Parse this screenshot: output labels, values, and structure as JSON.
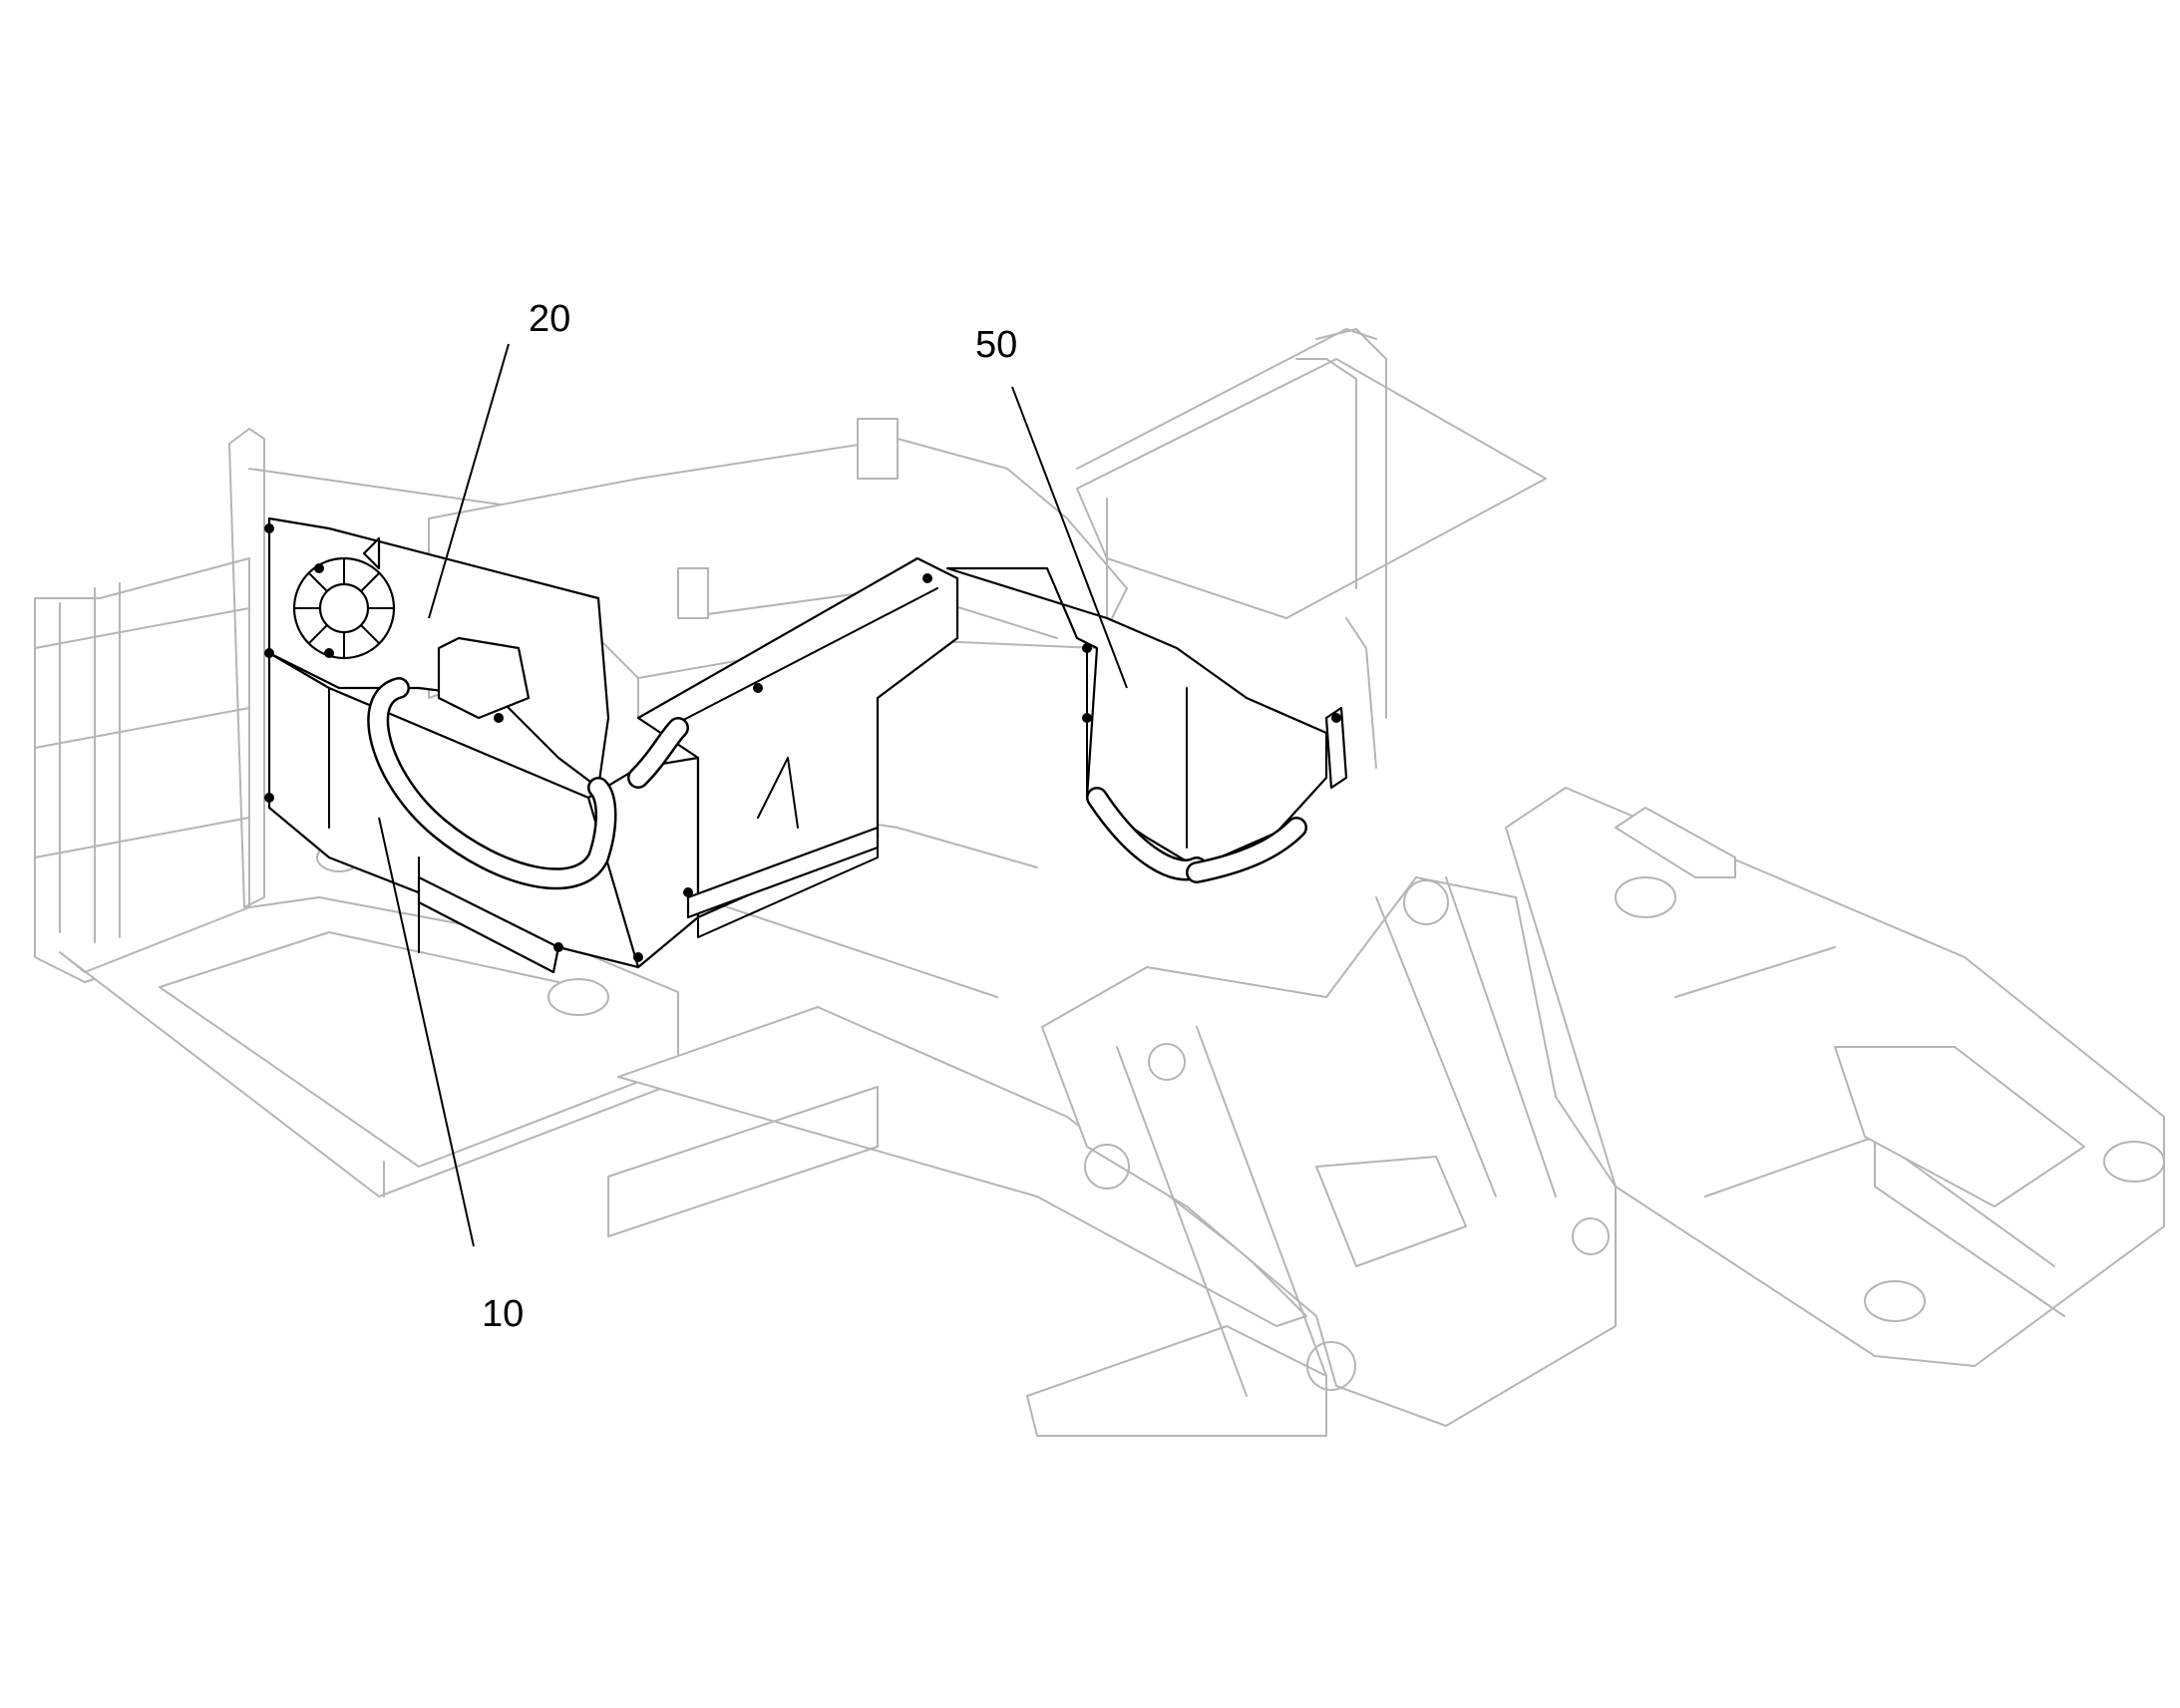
{
  "callouts": [
    {
      "id": "20",
      "text": "20",
      "target": "upper-duct-panel"
    },
    {
      "id": "50",
      "text": "50",
      "target": "right-duct-panel"
    },
    {
      "id": "10",
      "text": "10",
      "target": "lower-duct-panel"
    }
  ],
  "colors": {
    "frame_outline": "#b5b5b5",
    "highlight_outline": "#000000",
    "background": "#ffffff"
  }
}
